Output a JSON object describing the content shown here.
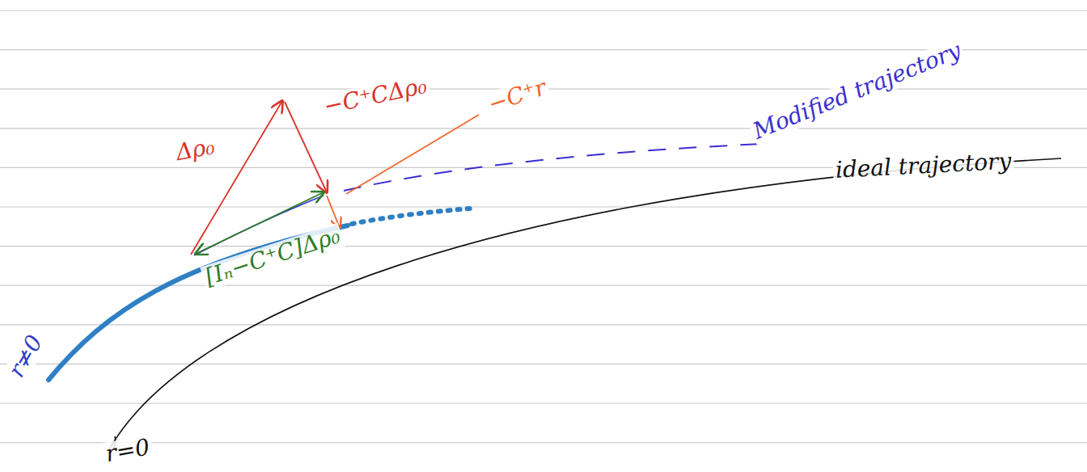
{
  "diagram": {
    "labels": [
      "Modified trajectory",
      "ideal trajectory",
      "r≠0",
      "r=0",
      "Δρ₀",
      "−C⁺CΔρ₀",
      "−C⁺r",
      "[Iₙ−C⁺C]Δρ₀"
    ]
  }
}
